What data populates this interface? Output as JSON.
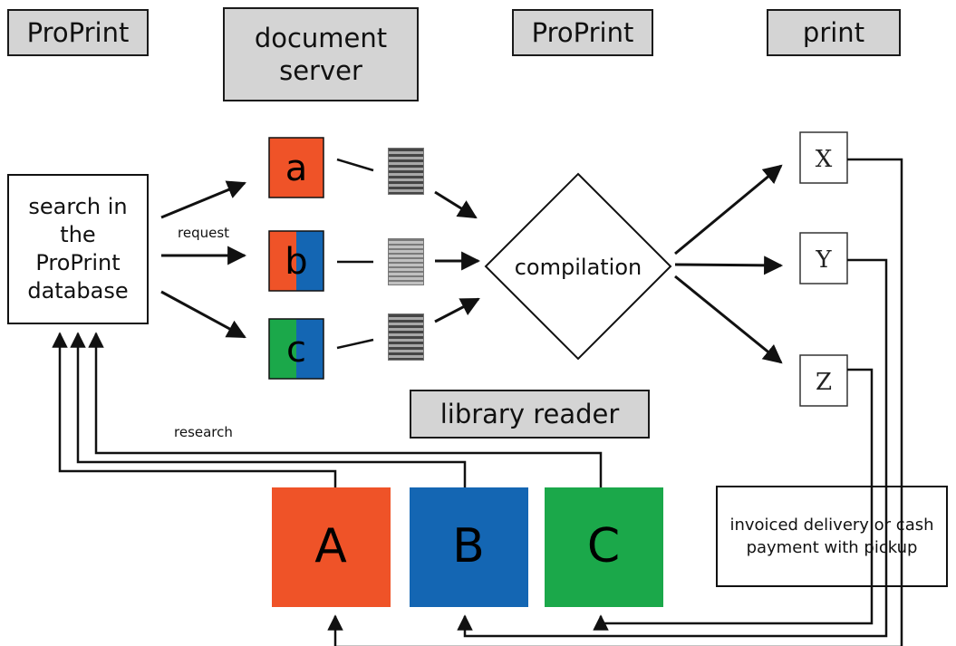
{
  "headers": {
    "col1": "ProPrint",
    "col2": "document server",
    "col3": "ProPrint",
    "col4": "print",
    "reader": "library reader"
  },
  "search_box": "search in the ProPrint database",
  "labels": {
    "request": "request",
    "research": "research",
    "compilation": "compilation"
  },
  "documents": [
    {
      "label": "a",
      "colors": [
        "#ef5328"
      ]
    },
    {
      "label": "b",
      "colors": [
        "#ef5328",
        "#1466b3"
      ]
    },
    {
      "label": "c",
      "colors": [
        "#1ba84a",
        "#1466b3"
      ]
    }
  ],
  "printers": [
    "X",
    "Y",
    "Z"
  ],
  "readers": [
    {
      "label": "A",
      "color": "#ef5328"
    },
    {
      "label": "B",
      "color": "#1466b3"
    },
    {
      "label": "C",
      "color": "#1ba84a"
    }
  ],
  "delivery": "invoiced delivery or cash payment with pickup"
}
